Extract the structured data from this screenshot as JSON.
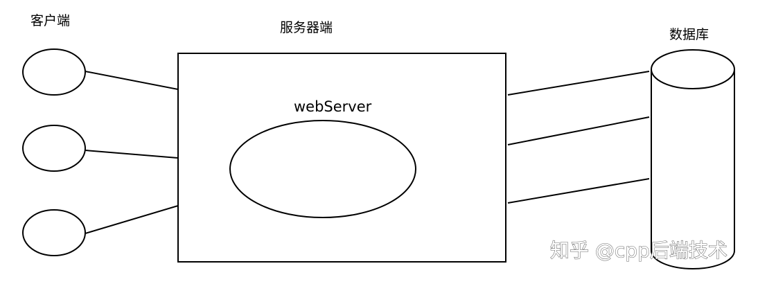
{
  "labels": {
    "client": "客户端",
    "server": "服务器端",
    "database": "数据库",
    "webserver": "webServer"
  },
  "watermark": "知乎 @cpp后端技术",
  "colors": {
    "stroke": "#000000",
    "background": "#ffffff",
    "watermark_outline": "#6b6b6b"
  }
}
